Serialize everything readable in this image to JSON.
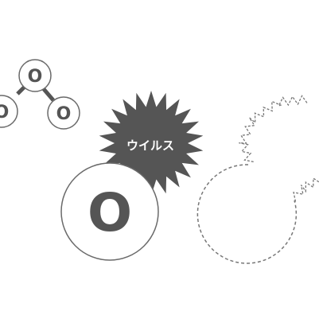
{
  "colors": {
    "ink": "#555555",
    "outline": "#6a6a6a",
    "dashed": "#777777",
    "fill_light": "#ffffff"
  },
  "molecule": {
    "atom_letter": "O"
  },
  "virus": {
    "label": "ウイルス"
  },
  "big_atom": {
    "letter": "O"
  }
}
